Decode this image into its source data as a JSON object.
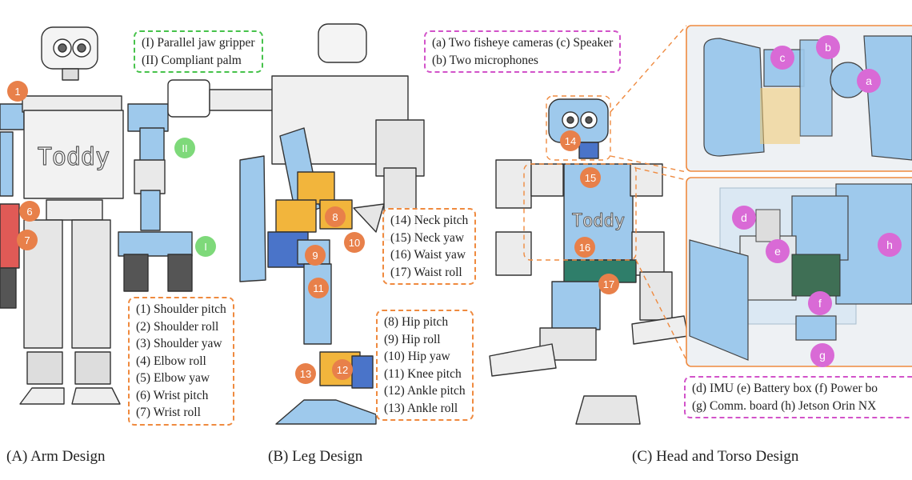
{
  "panels": {
    "arm": {
      "caption": "(A) Arm Design",
      "legend_gripper": [
        "(I)  Parallel jaw gripper",
        "(II) Compliant palm"
      ],
      "legend_joints": [
        "(1) Shoulder pitch",
        "(2) Shoulder roll",
        "(3) Shoulder yaw",
        "(4) Elbow roll",
        "(5) Elbow yaw",
        "(6) Wrist pitch",
        "(7) Wrist roll"
      ],
      "badges": {
        "b1": "1",
        "b6": "6",
        "b7": "7",
        "bI": "I",
        "bII": "II"
      },
      "logo": "Toddy"
    },
    "leg": {
      "caption": "(B) Leg Design",
      "legend_upper": [
        "(14) Neck pitch",
        "(15) Neck yaw",
        "(16) Waist yaw",
        "(17) Waist roll"
      ],
      "legend_lower": [
        "(8)  Hip pitch",
        "(9)  Hip roll",
        "(10) Hip yaw",
        "(11) Knee pitch",
        "(12) Ankle pitch",
        "(13) Ankle roll"
      ],
      "badges": {
        "b8": "8",
        "b9": "9",
        "b10": "10",
        "b11": "11",
        "b12": "12",
        "b13": "13"
      }
    },
    "head": {
      "caption": "(C) Head and Torso Design",
      "legend_head": [
        "(a) Two fisheye cameras (c) Speaker",
        "(b) Two microphones"
      ],
      "legend_torso": [
        "(d) IMU (e) Battery box (f) Power bo",
        "(g) Comm. board (h) Jetson Orin NX"
      ],
      "badges": {
        "b14": "14",
        "b15": "15",
        "b16": "16",
        "b17": "17",
        "ba": "a",
        "bb": "b",
        "bc": "c",
        "bd": "d",
        "be": "e",
        "bf": "f",
        "bg": "g",
        "bh": "h"
      },
      "logo": "Toddy"
    }
  },
  "colors": {
    "robot_blue": "#9ec9ec",
    "accent_orange": "#e8804a",
    "motor_yellow": "#f2b53c",
    "motor_blue": "#4a74c9",
    "frame_grey": "#e9e9e9",
    "outline": "#333333",
    "legend_green": "#46c24a",
    "legend_pink": "#d253c9",
    "legend_orange": "#ef8a3f",
    "inset_bg": "#eef1f4"
  }
}
